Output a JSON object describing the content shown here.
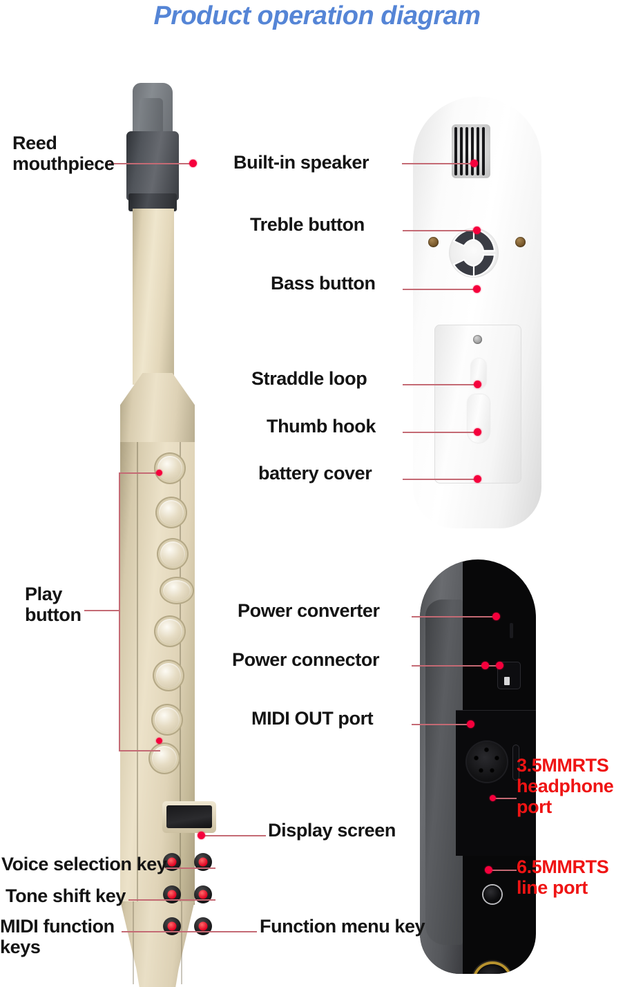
{
  "title": "Product operation diagram",
  "theme": {
    "title_color": "#5585d6",
    "label_color": "#141414",
    "red_label_color": "#ef1414",
    "leader_line_color": "#c46a74",
    "marker_dot_color": "#f5003c"
  },
  "devices": {
    "wind_instrument": {
      "name": "Electronic wind instrument (saxophone body)"
    },
    "white_unit": {
      "name": "White control unit — speaker / buttons / battery side"
    },
    "black_unit": {
      "name": "Black connector panel — ports side"
    }
  },
  "callouts": {
    "reed_mouthpiece": "Reed\nmouthpiece",
    "built_in_speaker": "Built-in speaker",
    "treble_button": "Treble button",
    "bass_button": "Bass button",
    "straddle_loop": "Straddle loop",
    "thumb_hook": "Thumb hook",
    "battery_cover": "battery cover",
    "play_button": "Play\nbutton",
    "power_converter": "Power converter",
    "power_connector": "Power connector",
    "midi_out_port": "MIDI OUT port",
    "headphone_port": "3.5MMRTS\nheadphone\nport",
    "line_port": "6.5MMRTS\nline port",
    "display_screen": "Display screen",
    "voice_selection_key": "Voice selection key",
    "tone_shift_key": "Tone shift key",
    "midi_function_keys": "MIDI function\nkeys",
    "function_menu_key": "Function menu key"
  }
}
